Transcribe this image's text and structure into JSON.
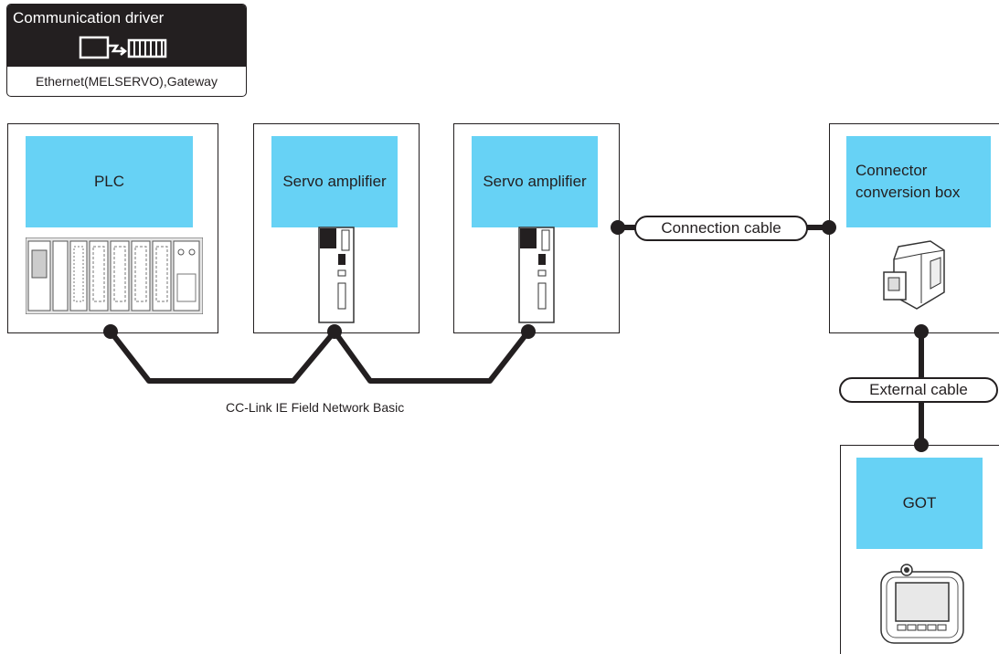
{
  "driver": {
    "title": "Communication driver",
    "value": "Ethernet(MELSERVO),Gateway",
    "icon": "communication-driver-icon"
  },
  "devices": {
    "plc": {
      "label": "PLC",
      "icon": "plc-module-rack-icon"
    },
    "servo1": {
      "label": "Servo amplifier",
      "icon": "servo-amplifier-icon"
    },
    "servo2": {
      "label": "Servo amplifier",
      "icon": "servo-amplifier-icon"
    },
    "connector_box": {
      "label": "Connector conversion box",
      "icon": "connector-conversion-box-icon"
    },
    "got": {
      "label": "GOT",
      "icon": "handheld-got-terminal-icon"
    }
  },
  "cables": {
    "connection": "Connection cable",
    "external": "External cable"
  },
  "network": {
    "label": "CC-Link IE Field Network Basic"
  },
  "colors": {
    "label_fill": "#67d2f5",
    "line": "#231f20",
    "driver_bg": "#231f20"
  }
}
